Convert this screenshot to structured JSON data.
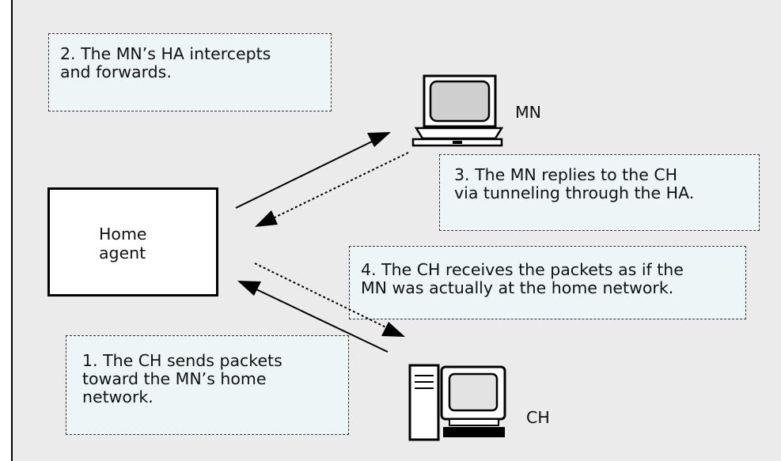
{
  "notes": {
    "step2": [
      "2.  The MN’s HA intercepts",
      "and forwards."
    ],
    "step3": [
      "3.  The MN replies to the CH",
      "via tunneling through the HA."
    ],
    "step4": [
      "4.  The CH receives the packets as if the",
      "MN was actually at the home network."
    ],
    "step1": [
      "1.  The CH sends packets",
      "toward the MN’s home",
      "network."
    ]
  },
  "home_agent": {
    "line1": "Home",
    "line2": "agent"
  },
  "devices": {
    "mn": "MN",
    "ch": "CH"
  },
  "icons": {
    "laptop": "laptop-icon",
    "desktop": "desktop-computer-icon"
  },
  "colors": {
    "background": "#ebebeb",
    "note_fill": "#edf5f6",
    "stroke": "#000000"
  }
}
